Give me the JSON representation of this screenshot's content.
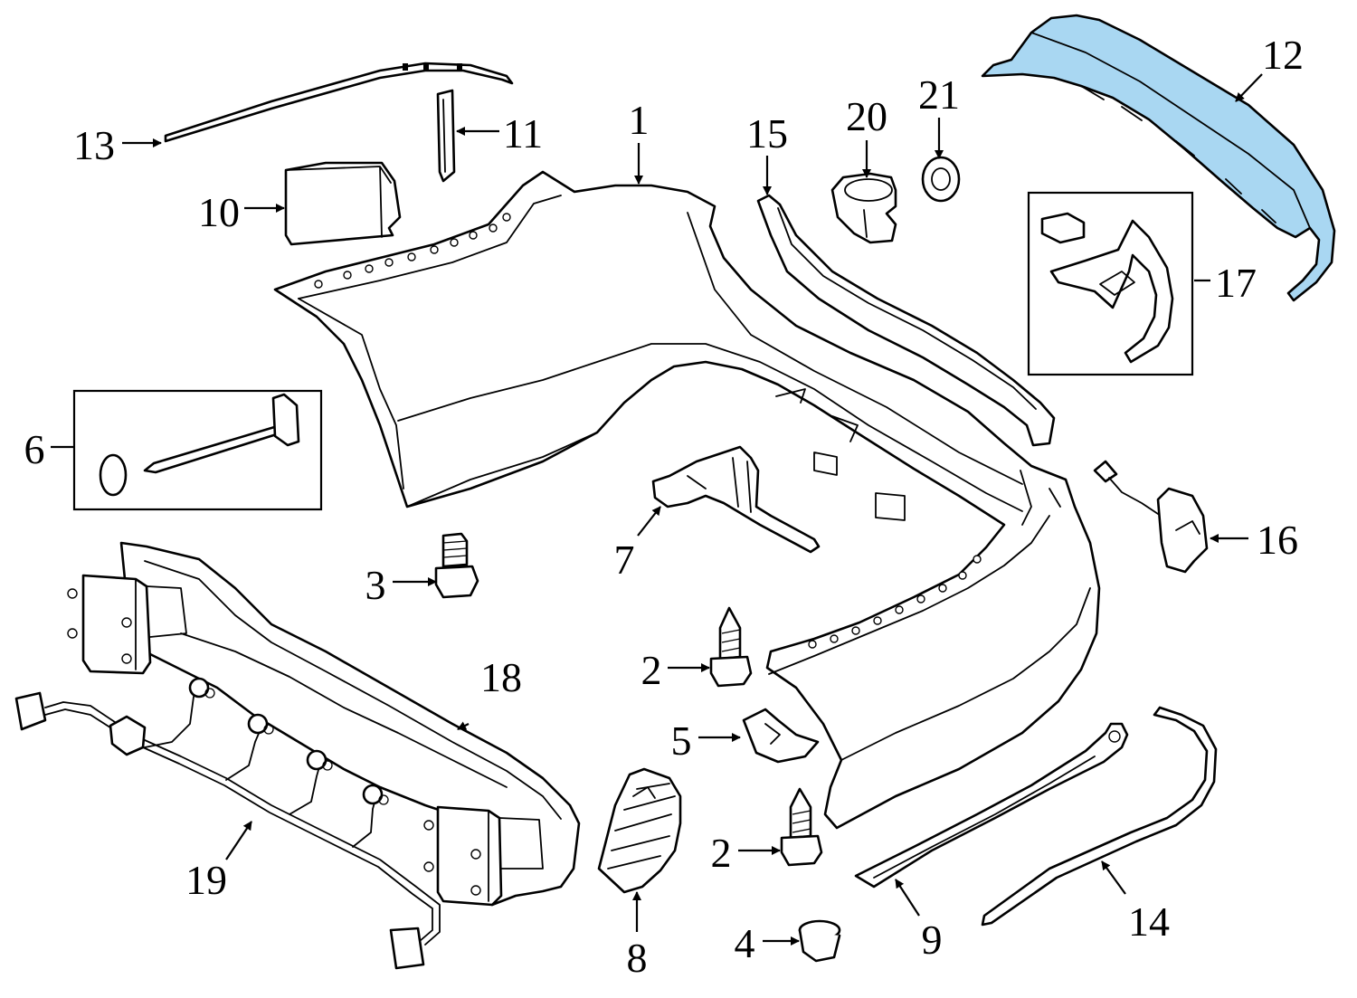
{
  "diagram": {
    "highlight_color": "#a9d7f2",
    "line_color": "#000000",
    "background": "#ffffff",
    "callouts": [
      {
        "id": "c1",
        "label": "1"
      },
      {
        "id": "c2a",
        "label": "2"
      },
      {
        "id": "c2b",
        "label": "2"
      },
      {
        "id": "c3",
        "label": "3"
      },
      {
        "id": "c4",
        "label": "4"
      },
      {
        "id": "c5",
        "label": "5"
      },
      {
        "id": "c6",
        "label": "6"
      },
      {
        "id": "c7",
        "label": "7"
      },
      {
        "id": "c8",
        "label": "8"
      },
      {
        "id": "c9",
        "label": "9"
      },
      {
        "id": "c10",
        "label": "10"
      },
      {
        "id": "c11",
        "label": "11"
      },
      {
        "id": "c12",
        "label": "12"
      },
      {
        "id": "c13",
        "label": "13"
      },
      {
        "id": "c14",
        "label": "14"
      },
      {
        "id": "c15",
        "label": "15"
      },
      {
        "id": "c16",
        "label": "16"
      },
      {
        "id": "c17",
        "label": "17"
      },
      {
        "id": "c18",
        "label": "18"
      },
      {
        "id": "c19",
        "label": "19"
      },
      {
        "id": "c20",
        "label": "20"
      },
      {
        "id": "c21",
        "label": "21"
      }
    ]
  }
}
